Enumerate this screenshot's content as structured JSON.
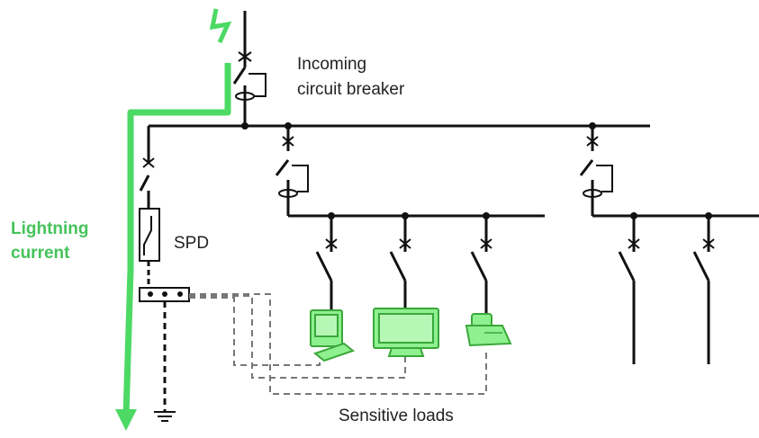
{
  "labels": {
    "incoming_line1": "Incoming",
    "incoming_line2": "circuit breaker",
    "spd": "SPD",
    "lightning_line1": "Lightning",
    "lightning_line2": "current",
    "sensitive_loads": "Sensitive loads"
  },
  "colors": {
    "wire": "#111111",
    "lightning_green": "#4cd964",
    "lightning_label": "#45c35a",
    "device_fill": "#8ff08f",
    "device_stroke": "#3aa83a",
    "dashed_gray": "#777777"
  },
  "icons": [
    "lightning-bolt-icon",
    "circuit-breaker-icon",
    "spd-icon",
    "earth-ground-icon",
    "desktop-computer-icon",
    "monitor-icon",
    "fax-machine-icon"
  ]
}
